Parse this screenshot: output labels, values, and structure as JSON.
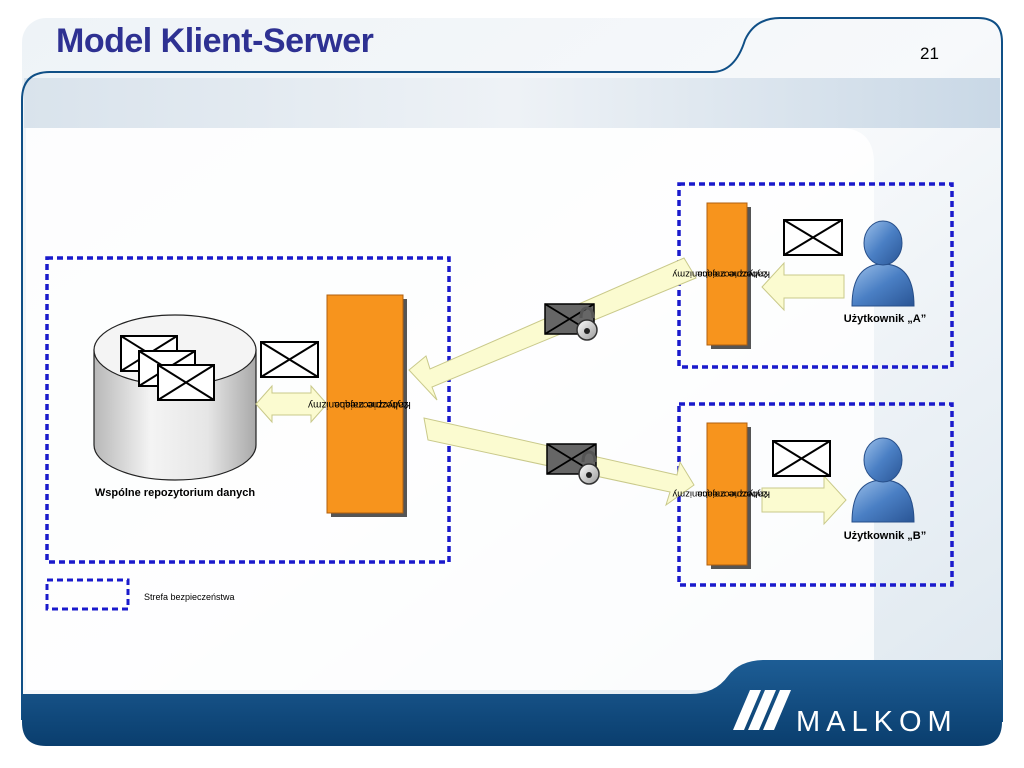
{
  "slide": {
    "title": "Model Klient-Serwer",
    "page_number": "21"
  },
  "diagram": {
    "repository_label": "Wspólne repozytorium danych",
    "mechanism_label_line1": "Krytyczne mechanizmy",
    "mechanism_label_line2": "zabezpieczające",
    "user_a_label": "Użytkownik „A”",
    "user_b_label": "Użytkownik „B”",
    "legend_label": "Strefa bezpieczeństwa"
  },
  "footer": {
    "logo_text": "MALKOM"
  },
  "colors": {
    "title": "#2e3192",
    "zone_border": "#1a1acc",
    "mechanism_fill": "#f7941d",
    "arrow_fill": "#fbfbd0",
    "user_icon": "#3b6fb6",
    "footer": "#0f4f86"
  },
  "icons": [
    "envelope-icon",
    "padlock-icon",
    "user-icon",
    "database-icon",
    "malkom-logo"
  ]
}
